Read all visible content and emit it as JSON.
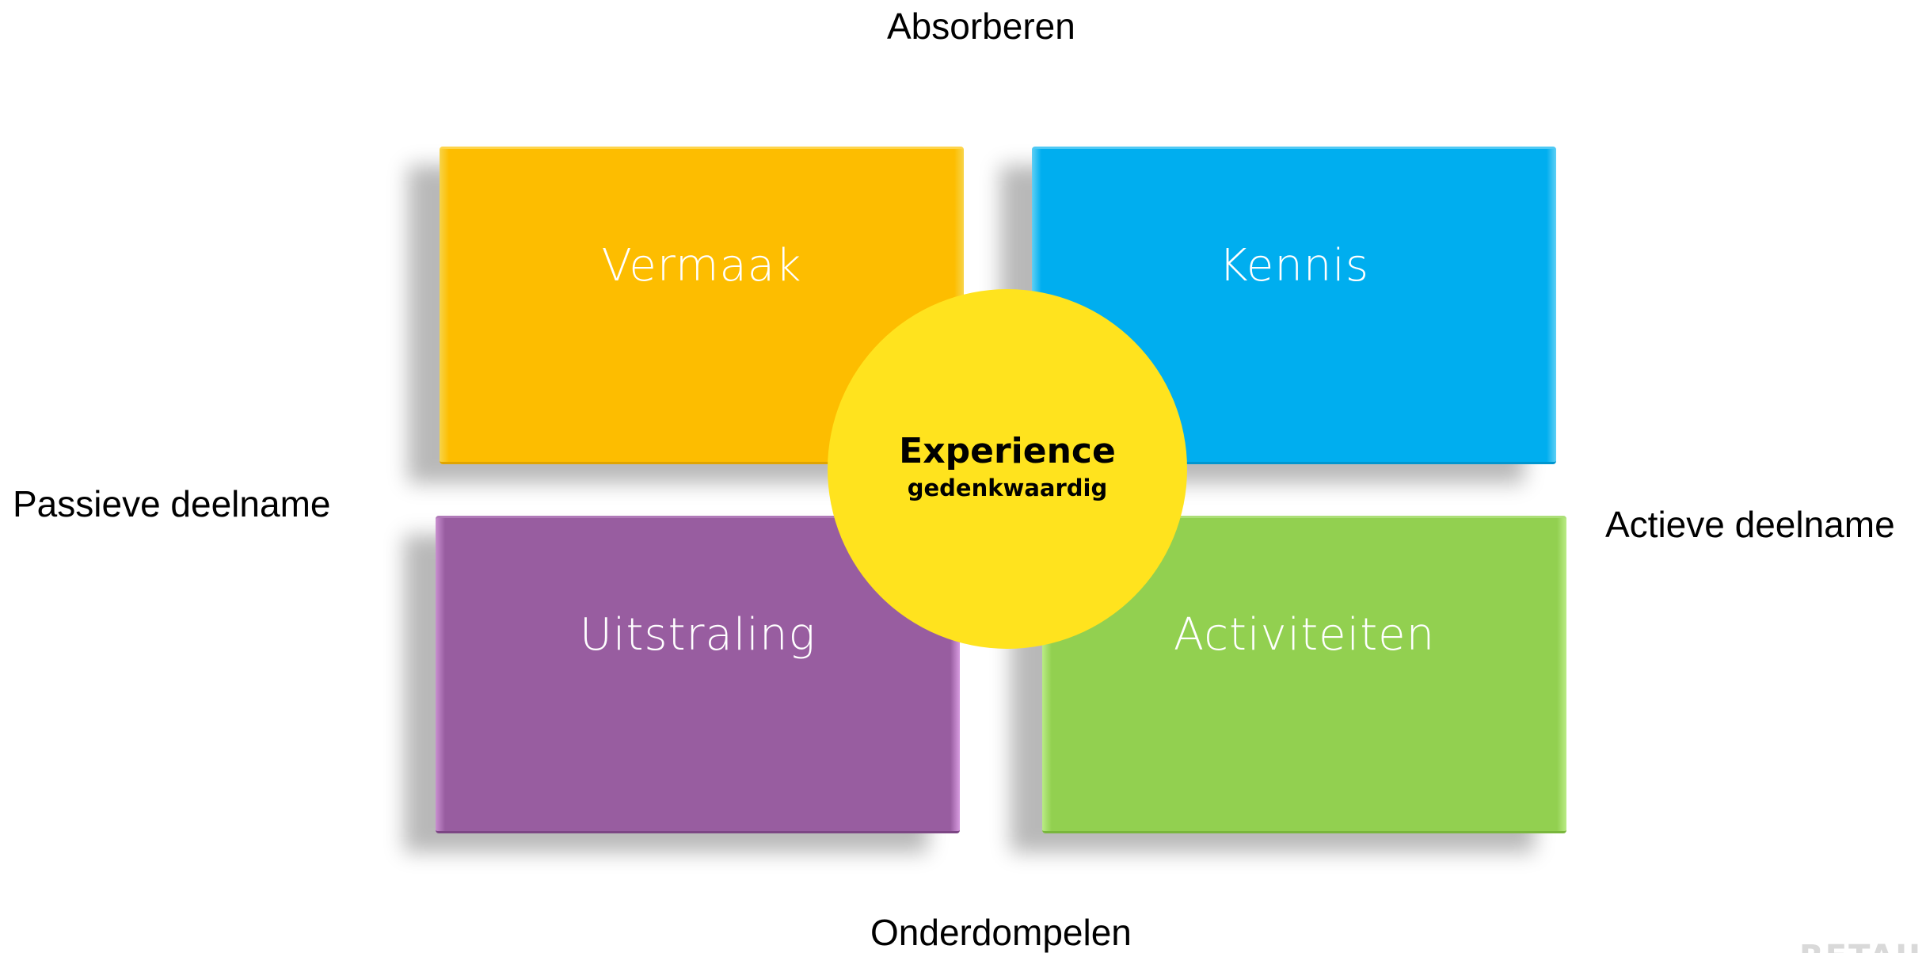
{
  "axes": {
    "top": "Absorberen",
    "bottom": "Onderdompelen",
    "left": "Passieve deelname",
    "right": "Actieve deelname"
  },
  "quadrants": [
    {
      "label": "Vermaak",
      "color": "#fdbd00"
    },
    {
      "label": "Kennis",
      "color": "#00aeef"
    },
    {
      "label": "Uitstraling",
      "color": "#985da0"
    },
    {
      "label": "Activiteiten",
      "color": "#92d050"
    }
  ],
  "center": {
    "title": "Experience",
    "subtitle": "gedenkwaardig",
    "color": "#ffe31e"
  }
}
